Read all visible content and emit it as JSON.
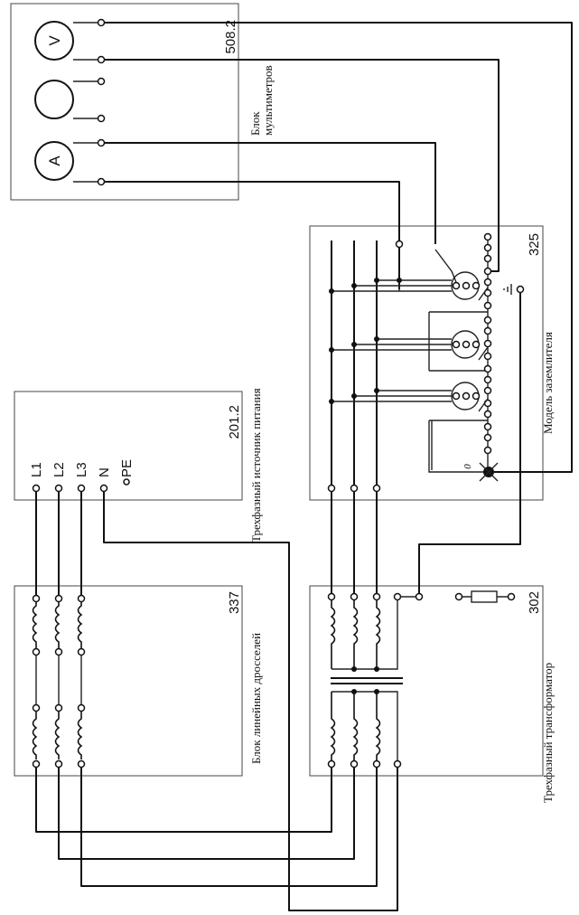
{
  "modules": {
    "multimeters": {
      "number": "508.2",
      "caption": [
        "Блок",
        "мультиметров"
      ],
      "meter_symbols": [
        "V",
        "A"
      ]
    },
    "ground_model": {
      "number": "325",
      "caption": "Модель заземлителя",
      "zero_label": "0"
    },
    "power_source": {
      "number": "201.2",
      "caption": "Трехфазный источник питания",
      "terminals": [
        "L1",
        "L2",
        "L3",
        "N",
        "PE"
      ]
    },
    "line_chokes": {
      "number": "337",
      "caption": "Блок линейных дросселей"
    },
    "transformer": {
      "number": "302",
      "caption": "Трехфазный трансформатор"
    }
  }
}
